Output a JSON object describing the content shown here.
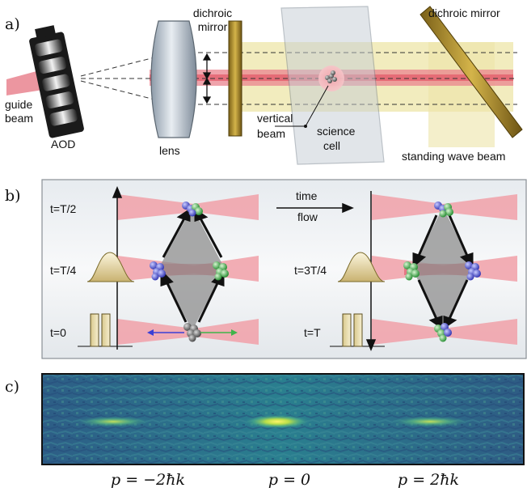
{
  "panels": {
    "a": {
      "label": "a)",
      "labels": {
        "guide_beam_1": "guide",
        "guide_beam_2": "beam",
        "aod": "AOD",
        "lens": "lens",
        "dichroic_left_1": "dichroic",
        "dichroic_left_2": "mirror",
        "dichroic_right": "dichroic mirror",
        "vertical_beam_1": "vertical",
        "vertical_beam_2": "beam",
        "science_cell_1": "science",
        "science_cell_2": "cell",
        "standing_wave": "standing wave beam"
      }
    },
    "b": {
      "label": "b)",
      "labels": {
        "t_half": "t=T/2",
        "t_quarter": "t=T/4",
        "t_zero": "t=0",
        "time_flow_1": "time",
        "time_flow_2": "flow",
        "t_three_quarter": "t=3T/4",
        "t_full": "t=T"
      }
    },
    "c": {
      "label": "c)",
      "momentum_labels": [
        "p = −2ħk",
        "p = 0",
        "p = 2ħk"
      ]
    }
  },
  "colors": {
    "guide_beam": "#e9848f",
    "standing_wave": "#ede5a8",
    "mirror_gold": "#b08f2a",
    "atoms_blue": "#3a3fd6",
    "atoms_green": "#3fb44a",
    "atoms_gray": "#6a6a6a",
    "image_bg": "#2f6f8f"
  }
}
